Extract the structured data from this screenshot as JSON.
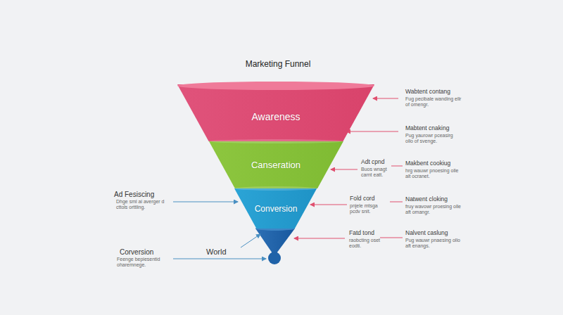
{
  "diagram": {
    "title": "Marketing Funnel",
    "nodes": [
      {
        "text": [
          "Awareness"
        ]
      },
      {
        "text": [
          "Canseration"
        ]
      },
      {
        "text": [
          "Conversion"
        ]
      }
    ],
    "labels": [
      "Wabtent contang",
      "Fug pecibale wanding ellr of omengr.",
      "Mabtent cnaking",
      "Pug yaurowr pceasirg ollo of svenge.",
      "Adt cpnd",
      "Buos wnagt carnt eatt.",
      "Makbent cookiug",
      "hrg wauwr pnoesing olle alt ocranet.",
      "Ad Fesiscing",
      "Dhge sml ai averger d cttols orttling.",
      "Fold cord",
      "pnjele mtsga pcdv snit.",
      "Natwent cloking",
      "fruy wavowr proesing olle aft omangr.",
      "Fatd tond",
      "raobcting oset eodti.",
      "Nalvent caslung",
      "Pug wauwr pnaesing ollo aft enangs.",
      "Corversion",
      "Feenge bepiesentid oharemnege.",
      "World"
    ]
  }
}
